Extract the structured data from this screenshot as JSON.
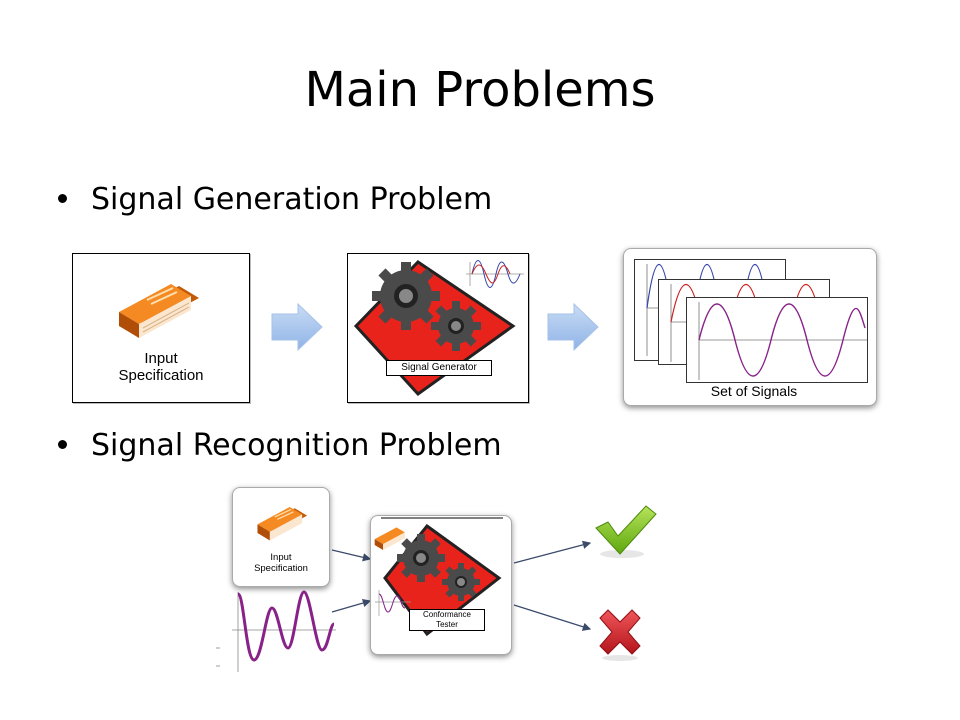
{
  "slide": {
    "title": "Main Problems",
    "bullets": [
      {
        "text": "Signal Generation Problem"
      },
      {
        "text": "Signal Recognition Problem"
      }
    ]
  },
  "generation": {
    "input_label_line1": "Input",
    "input_label_line2": "Specification",
    "generator_label": "Signal Generator",
    "output_label": "Set of Signals"
  },
  "recognition": {
    "input_label_line1": "Input",
    "input_label_line2": "Specification",
    "tester_label_line1": "Conformance",
    "tester_label_line2": "Tester",
    "accept_icon": "check-mark-icon",
    "reject_icon": "cross-mark-icon"
  },
  "colors": {
    "book": "#f07d1a",
    "gear_bg": "#e8231c",
    "gear": "#4a4a4a",
    "arrow": "#9fc0ea",
    "check": "#7cc21a",
    "cross": "#d2232a",
    "signal_blue": "#3344aa",
    "signal_red": "#cc2222",
    "signal_purple": "#882288"
  }
}
